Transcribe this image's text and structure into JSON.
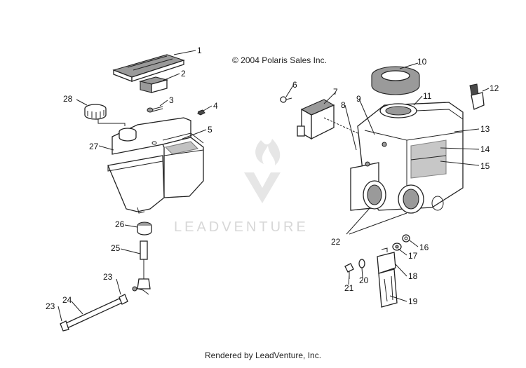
{
  "copyright": "© 2004 Polaris Sales Inc.",
  "footer": "Rendered by LeadVenture, Inc.",
  "watermark": "LEADVENTURE",
  "callouts": [
    {
      "id": "c1",
      "label": "1"
    },
    {
      "id": "c2",
      "label": "2"
    },
    {
      "id": "c3",
      "label": "3"
    },
    {
      "id": "c4",
      "label": "4"
    },
    {
      "id": "c5",
      "label": "5"
    },
    {
      "id": "c6",
      "label": "6"
    },
    {
      "id": "c7",
      "label": "7"
    },
    {
      "id": "c8",
      "label": "8"
    },
    {
      "id": "c9",
      "label": "9"
    },
    {
      "id": "c10",
      "label": "10"
    },
    {
      "id": "c11",
      "label": "11"
    },
    {
      "id": "c12",
      "label": "12"
    },
    {
      "id": "c13",
      "label": "13"
    },
    {
      "id": "c14",
      "label": "14"
    },
    {
      "id": "c15",
      "label": "15"
    },
    {
      "id": "c16",
      "label": "16"
    },
    {
      "id": "c17",
      "label": "17"
    },
    {
      "id": "c18",
      "label": "18"
    },
    {
      "id": "c19",
      "label": "19"
    },
    {
      "id": "c20",
      "label": "20"
    },
    {
      "id": "c21",
      "label": "21"
    },
    {
      "id": "c22",
      "label": "22"
    },
    {
      "id": "c23a",
      "label": "23"
    },
    {
      "id": "c23b",
      "label": "23"
    },
    {
      "id": "c24",
      "label": "24"
    },
    {
      "id": "c25",
      "label": "25"
    },
    {
      "id": "c26",
      "label": "26"
    },
    {
      "id": "c27",
      "label": "27"
    },
    {
      "id": "c28",
      "label": "28"
    }
  ]
}
